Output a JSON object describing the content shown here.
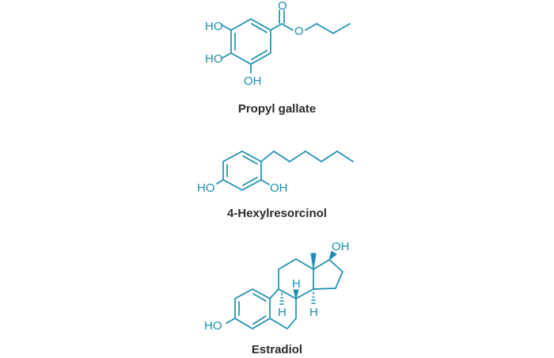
{
  "colors": {
    "structure": "#1d8fb1",
    "label": "#2b2b2b",
    "background": "#ffffff"
  },
  "molecules": [
    {
      "name": "Propyl gallate",
      "atom_labels": [
        "HO",
        "HO",
        "OH",
        "O",
        "O"
      ]
    },
    {
      "name": "4-Hexylresorcinol",
      "atom_labels": [
        "HO",
        "OH"
      ]
    },
    {
      "name": "Estradiol",
      "atom_labels": [
        "OH",
        "H",
        "H",
        "H",
        "HO"
      ]
    }
  ]
}
